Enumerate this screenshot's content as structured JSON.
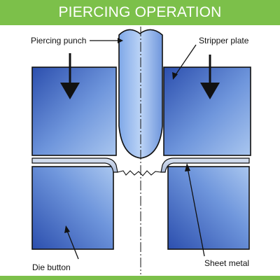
{
  "title": "PIERCING OPERATION",
  "labels": {
    "piercing_punch": "Piercing punch",
    "stripper_plate": "Stripper plate",
    "die_button": "Die button",
    "sheet_metal": "Sheet metal"
  },
  "colors": {
    "title_bar": "#7cc04a",
    "block_dark": "#2b4ea8",
    "block_light": "#8fb2e6",
    "outline": "#111111"
  }
}
